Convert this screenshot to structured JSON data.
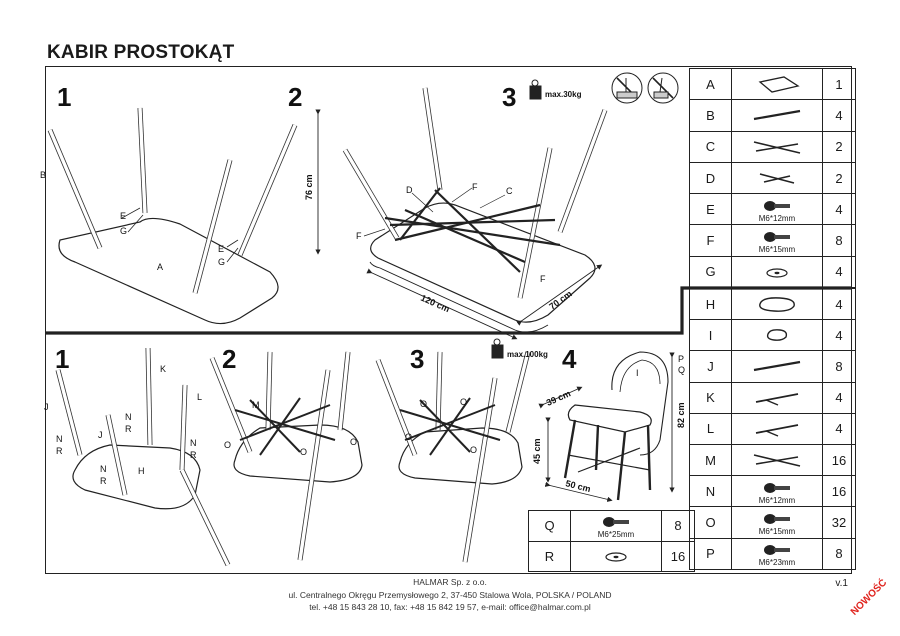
{
  "document": {
    "title": "KABIR PROSTOKĄT",
    "version": "v.1",
    "stamp": "NOWOŚĆ",
    "footer": {
      "company": "HALMAR Sp. z o.o.",
      "address": "ul. Centralnego Okręgu Przemysłowego 2, 37-450 Stalowa Wola, POLSKA / POLAND",
      "contact": "tel. +48 15 843 28 10, fax: +48 15 842 19 57, e-mail: office@halmar.com.pl"
    }
  },
  "table_steps": {
    "step1": "1",
    "step2": "2",
    "step3": "3",
    "load": "max.30kg",
    "dim_height": "76 cm",
    "dim_length": "120 cm",
    "dim_width": "70 cm",
    "labels": {
      "B": "B",
      "A": "A",
      "E": "E",
      "G": "G",
      "D": "D",
      "F": "F",
      "C": "C"
    },
    "icons": [
      "no-standing-icon",
      "no-sitting-on-edge-icon"
    ]
  },
  "chair_steps": {
    "step1": "1",
    "step2": "2",
    "step3": "3",
    "step4": "4",
    "load": "max.100kg",
    "dim_depth": "39 cm",
    "dim_seat_height": "45 cm",
    "dim_width": "50 cm",
    "dim_height": "82 cm",
    "labels": {
      "J": "J",
      "K": "K",
      "L": "L",
      "N": "N",
      "R": "R",
      "H": "H",
      "M": "M",
      "O": "O",
      "P": "P",
      "Q": "Q",
      "I": "I"
    }
  },
  "parts_top": [
    {
      "letter": "A",
      "qty": "1",
      "icon": "tabletop-icon",
      "label": ""
    },
    {
      "letter": "B",
      "qty": "4",
      "icon": "leg-icon",
      "label": ""
    },
    {
      "letter": "C",
      "qty": "2",
      "icon": "cross-brace-icon",
      "label": ""
    },
    {
      "letter": "D",
      "qty": "2",
      "icon": "short-brace-icon",
      "label": ""
    },
    {
      "letter": "E",
      "qty": "4",
      "icon": "screw-icon",
      "label": "M6*12mm"
    },
    {
      "letter": "F",
      "qty": "8",
      "icon": "screw-icon",
      "label": "M6*15mm"
    },
    {
      "letter": "G",
      "qty": "4",
      "icon": "washer-icon",
      "label": ""
    }
  ],
  "parts_chair": [
    {
      "letter": "H",
      "qty": "4",
      "icon": "seat-icon",
      "label": ""
    },
    {
      "letter": "I",
      "qty": "4",
      "icon": "backrest-icon",
      "label": ""
    },
    {
      "letter": "J",
      "qty": "8",
      "icon": "leg-icon",
      "label": ""
    },
    {
      "letter": "K",
      "qty": "4",
      "icon": "back-leg-icon",
      "label": ""
    },
    {
      "letter": "L",
      "qty": "4",
      "icon": "back-leg-icon",
      "label": ""
    },
    {
      "letter": "M",
      "qty": "16",
      "icon": "cross-brace-icon",
      "label": ""
    },
    {
      "letter": "N",
      "qty": "16",
      "icon": "screw-icon",
      "label": "M6*12mm"
    },
    {
      "letter": "O",
      "qty": "32",
      "icon": "screw-icon",
      "label": "M6*15mm"
    },
    {
      "letter": "P",
      "qty": "8",
      "icon": "screw-icon",
      "label": "M6*23mm"
    }
  ],
  "parts_bottom": [
    {
      "letter": "Q",
      "qty": "8",
      "icon": "screw-icon",
      "label": "M6*25mm"
    },
    {
      "letter": "R",
      "qty": "16",
      "icon": "washer-icon",
      "label": ""
    }
  ]
}
